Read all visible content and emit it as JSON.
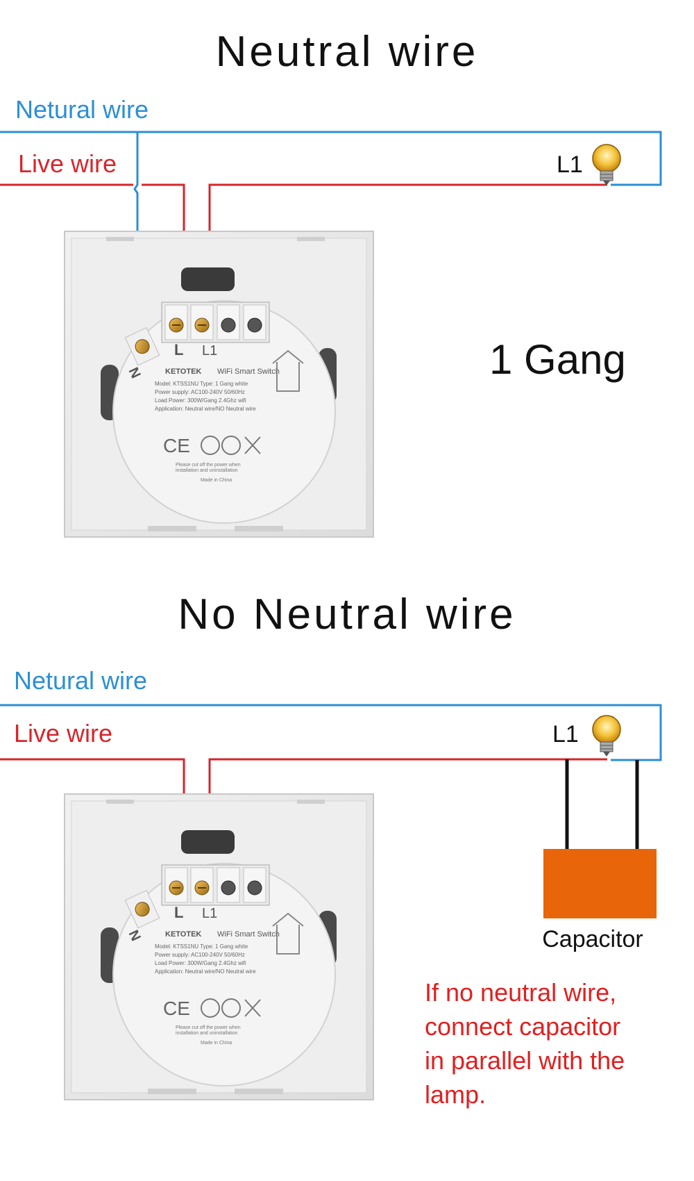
{
  "sections": [
    {
      "title": "Neutral wire",
      "neutral_label": "Netural wire",
      "live_label": "Live wire",
      "lamp_label": "L1"
    },
    {
      "title": "No Neutral wire",
      "neutral_label": "Netural wire",
      "live_label": "Live wire",
      "lamp_label": "L1",
      "capacitor_label": "Capacitor",
      "note_lines": [
        "If no neutral wire,",
        "connect capacitor",
        "in parallel with the",
        "lamp."
      ]
    }
  ],
  "gang_label": "1 Gang",
  "switch": {
    "brand": "KETOTEK",
    "product": "WiFi Smart Switch",
    "spec_lines": [
      "Model: KTSS1NU   Type: 1 Gang white",
      "Power supply: AC100-240V 50/60Hz",
      "Load Power: 300W/Gang    2.4Ghz wifi",
      "Application: Neutral wire/NO Neutral wire"
    ],
    "terminal_l": "L",
    "terminal_l1": "L1",
    "terminal_n": "N",
    "ce_mark": "CE",
    "warning_lines": [
      "Please cut off the power when",
      "installation and uninstallation"
    ],
    "made_in": "Made in China"
  },
  "colors": {
    "neutral": "#2b8fd6",
    "live": "#d7262b",
    "capacitor": "#e8650a",
    "note": "#e02020",
    "plate": "#e9e9e9"
  }
}
